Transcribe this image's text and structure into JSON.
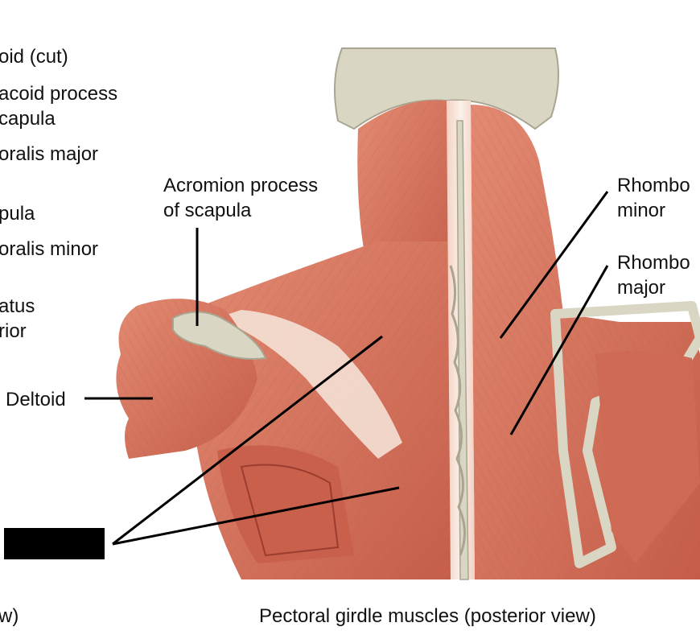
{
  "left_labels": {
    "l1": "oid (cut)",
    "l2a": "acoid process",
    "l2b": "capula",
    "l3": "oralis major",
    "l4": "pula",
    "l5": "oralis minor",
    "l6a": "atus",
    "l6b": "rior"
  },
  "labels": {
    "acromion_a": "Acromion process",
    "acromion_b": "of scapula",
    "deltoid": "Deltoid",
    "rhomboid_minor_a": "Rhombo",
    "rhomboid_minor_b": "minor",
    "rhomboid_major_a": "Rhombo",
    "rhomboid_major_b": "major"
  },
  "captions": {
    "left_partial": "w)",
    "main": "Pectoral girdle muscles (posterior view)"
  },
  "colors": {
    "muscle": "#d9735e",
    "muscle_dark": "#b8503f",
    "tendon": "#f6e7dc",
    "bone": "#d9d6c4",
    "bone_edge": "#a9a590",
    "leader": "#000000"
  }
}
